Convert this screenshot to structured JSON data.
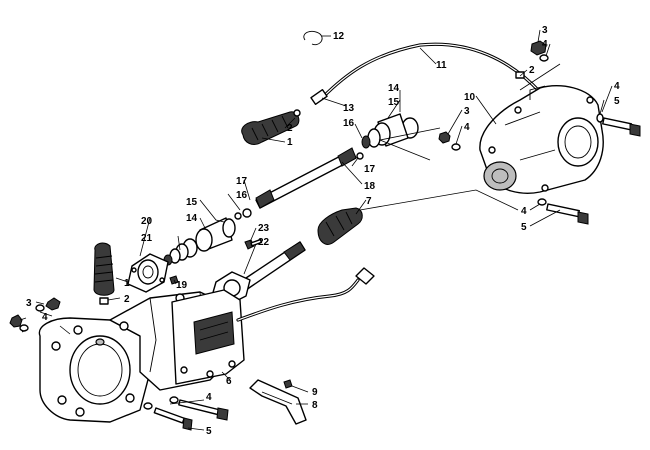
{
  "diagram": {
    "callouts": {
      "c1a": "1",
      "c1b": "1",
      "c2a": "2",
      "c2b": "2",
      "c2c": "2",
      "c3a": "3",
      "c3b": "3",
      "c3c": "3",
      "c4a": "4",
      "c4b": "4",
      "c4c": "4",
      "c4d": "4",
      "c4e": "4",
      "c4f": "4",
      "c5a": "5",
      "c5b": "5",
      "c5c": "5",
      "c6": "6",
      "c7": "7",
      "c8": "8",
      "c9": "9",
      "c10": "10",
      "c11": "11",
      "c12": "12",
      "c13": "13",
      "c14a": "14",
      "c14b": "14",
      "c15a": "15",
      "c15b": "15",
      "c16a": "16",
      "c16b": "16",
      "c17a": "17",
      "c17b": "17",
      "c18": "18",
      "c19": "19",
      "c20": "20",
      "c21": "21",
      "c22": "22",
      "c23": "23"
    }
  }
}
